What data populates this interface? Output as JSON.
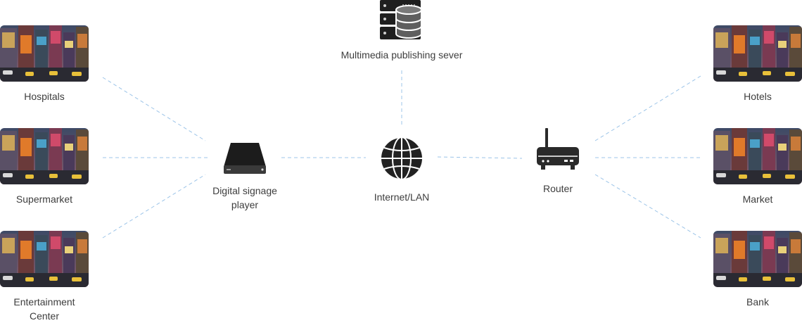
{
  "nodes": {
    "server": {
      "label": "Multimedia publishing sever",
      "icon": "database-server-icon"
    },
    "internet": {
      "label": "Internet/LAN",
      "icon": "globe-icon"
    },
    "player": {
      "label_line1": "Digital signage",
      "label_line2": "player",
      "icon": "media-player-box-icon"
    },
    "router": {
      "label": "Router",
      "icon": "router-icon"
    }
  },
  "left_screens": [
    {
      "label": "Hospitals"
    },
    {
      "label": "Supermarket"
    },
    {
      "label_line1": "Entertainment",
      "label_line2": "Center"
    }
  ],
  "right_screens": [
    {
      "label": "Hotels"
    },
    {
      "label": "Market"
    },
    {
      "label": "Bank"
    }
  ],
  "colors": {
    "connector": "#9cc4e8",
    "device": "#2b2b2b",
    "label": "#3d3d3d"
  }
}
